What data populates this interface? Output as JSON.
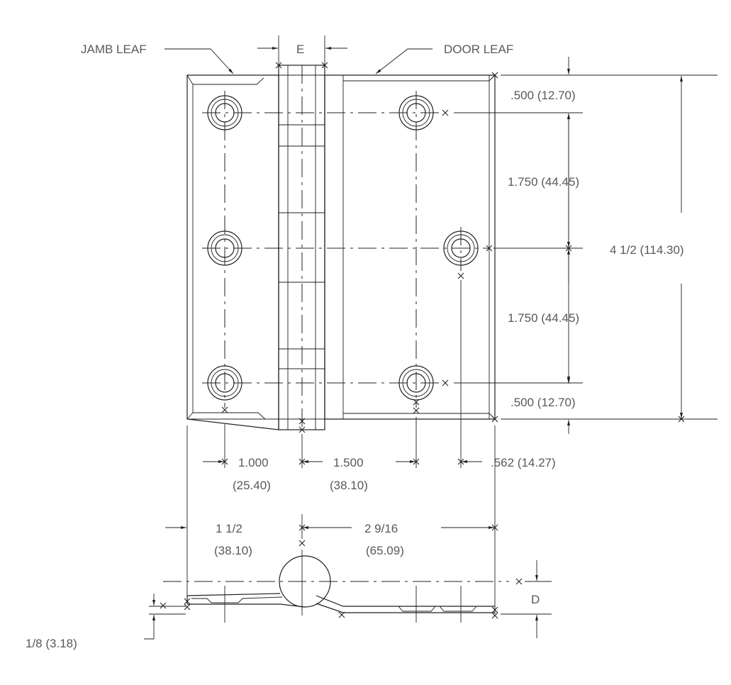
{
  "labels": {
    "jamb_leaf": "JAMB LEAF",
    "door_leaf": "DOOR LEAF",
    "e": "E",
    "d": "D",
    "top_margin": ".500 (12.70)",
    "hole_spacing_upper": "1.750 (44.45)",
    "hole_spacing_lower": "1.750 (44.45)",
    "bottom_margin": ".500 (12.70)",
    "overall_height": "4 1/2 (114.30)",
    "jamb_hole_offset_in": "1.000",
    "jamb_hole_offset_mm": "(25.40)",
    "door_hole_offset_in": "1.500",
    "door_hole_offset_mm": "(38.10)",
    "middle_hole_offset": ".562 (14.27)",
    "jamb_width_in": "1 1/2",
    "jamb_width_mm": "(38.10)",
    "door_width_in": "2 9/16",
    "door_width_mm": "(65.09)",
    "leaf_thickness": "1/8 (3.18)"
  },
  "colors": {
    "line": "#231f20",
    "text": "#58595b",
    "background": "#ffffff"
  }
}
